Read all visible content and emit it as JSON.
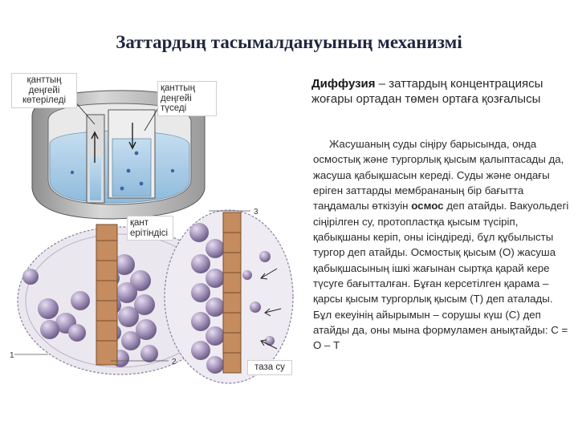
{
  "title": "Заттардың тасымалдануының механизмі",
  "diagram": {
    "labels": {
      "sugar_level_rises": "қанттың\nдеңгейі\nкөтеріледі",
      "sugar_level_falls": "қанттың\nдеңгейі\nтүседі",
      "sugar_solution": "қант\nерітіндісі",
      "clean_water": "таза су"
    },
    "numbers": [
      "1",
      "2",
      "3"
    ]
  },
  "definition": {
    "term": "Диффузия",
    "rest": " – заттардың концентрациясы жоғары ортадан төмен ортаға қозғалысы"
  },
  "body": {
    "part1": "Жасушаның суды сіңіру барысында, онда осмостық және тургорлық қысым қалыптасады да, жасуша қабықшасын кереді. Суды және ондағы еріген заттарды мембрананың бір бағытта таңдамалы өткізуін ",
    "term": "осмос",
    "part2": " деп атайды. Вакуольдегі сіңірілген су, протопластқа қысым түсіріп, қабықшаны керіп, оны ісіндіреді, бұл құбылысты тургор деп атайды. Осмостық қысым (О) жасуша қабықшасының ішкі жағынан сыртқа қарай кере түсуге бағытталған. Бұған керсетілген қарама – қарсы қысым тургорлық қысым (Т) деп аталады. Бұл екеуінің айырымын – сорушы күш (С) деп атайды да, оны мына формуламен анықтайды: С = О – Т"
  },
  "colors": {
    "title": "#1f2740",
    "water_blue": "#9cc6e4",
    "vessel_gray": "#b9b9b9",
    "cell_fill": "#eae8ee",
    "molecule_purple": "#a797bd",
    "membrane_brown": "#b87d53"
  }
}
